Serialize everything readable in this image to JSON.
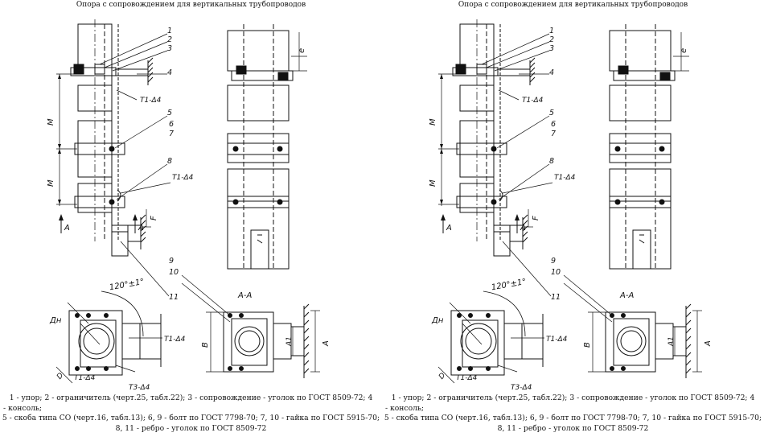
{
  "title": "Опора с сопровождением для вертикальных трубопроводов",
  "callouts": [
    "1",
    "2",
    "3",
    "4",
    "5",
    "6",
    "7",
    "8",
    "9",
    "10",
    "11"
  ],
  "labels": {
    "weld1": "Т1-Δ4",
    "weld2": "Т1-Δ4",
    "weld3": "Т1-Δ4",
    "weld4": "Т1-Δ4",
    "weld5": "Т3-Δ4",
    "dim_m": "М",
    "dim_f": "F",
    "dim_e": "е",
    "dim_b": "В",
    "dim_a": "А",
    "dim_a1": "А1",
    "dim_d": "D",
    "dim_dn": "Дн",
    "angle": "120°±1°",
    "section_arrow": "А",
    "section_title": "А-А"
  },
  "caption": [
    "1 - упор; 2 - ограничитель (черт.25, табл.22); 3 - сопровождение - уголок по ГОСТ 8509-72; 4",
    "- консоль;",
    "5 - скоба типа СО (черт.16, табл.13); 6, 9 - болт по ГОСТ 7798-70; 7, 10 - гайка по ГОСТ 5915-70;",
    "8, 11 - ребро - уголок по ГОСТ 8509-72"
  ]
}
